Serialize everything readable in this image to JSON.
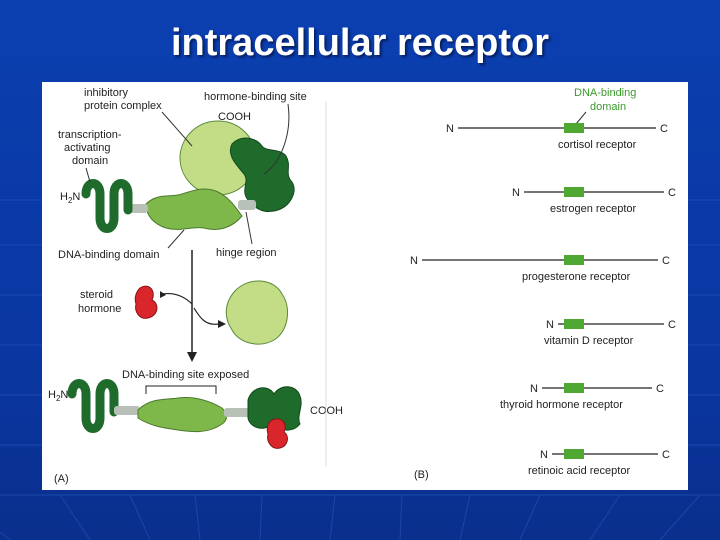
{
  "slide": {
    "title": "intracellular receptor"
  },
  "panel_a": {
    "panel_label": "(A)",
    "inhibitory_label_1": "inhibitory",
    "inhibitory_label_2": "protein complex",
    "hormone_site_label": "hormone-binding site",
    "cooh_top": "COOH",
    "transcription_label_1": "transcription-",
    "transcription_label_2": "activating",
    "transcription_label_3": "domain",
    "h2n_top": "H",
    "h2n_sub": "2",
    "h2n_n": "N",
    "dna_domain_label": "DNA-binding domain",
    "hinge_label": "hinge region",
    "steroid_label_1": "steroid",
    "steroid_label_2": "hormone",
    "site_exposed_label": "DNA-binding site exposed",
    "h2n_bottom": "H",
    "h2n_bottom_sub": "2",
    "h2n_bottom_n": "N",
    "cooh_bottom": "COOH"
  },
  "panel_b": {
    "panel_label": "(B)",
    "domain_header_1": "DNA-binding",
    "domain_header_2": "domain",
    "n_terminus": "N",
    "c_terminus": "C",
    "receptors": [
      {
        "name": "cortisol receptor"
      },
      {
        "name": "estrogen receptor"
      },
      {
        "name": "progesterone receptor"
      },
      {
        "name": "vitamin D receptor"
      },
      {
        "name": "thyroid hormone receptor"
      },
      {
        "name": "retinoic acid receptor"
      }
    ]
  },
  "colors": {
    "dark_green": "#1e6b2c",
    "light_green": "#a9cf6a",
    "pale_green": "#c3dd86",
    "domain_green": "#4ea832",
    "hormone_red": "#d8262a",
    "header_green": "#3a9a2a"
  }
}
